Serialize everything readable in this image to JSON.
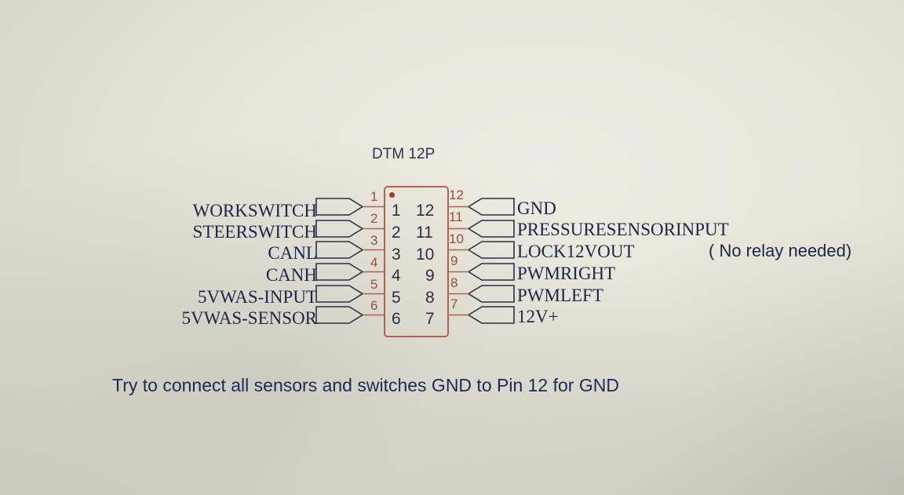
{
  "diagram": {
    "title": "DTM 12P",
    "left_pins": [
      {
        "pin": "1",
        "label": "WORKSWITCH"
      },
      {
        "pin": "2",
        "label": "STEERSWITCH"
      },
      {
        "pin": "3",
        "label": "CANL"
      },
      {
        "pin": "4",
        "label": "CANH"
      },
      {
        "pin": "5",
        "label": "5VWAS-INPUT"
      },
      {
        "pin": "6",
        "label": "5VWAS-SENSOR"
      }
    ],
    "right_pins": [
      {
        "pin": "12",
        "label": "GND"
      },
      {
        "pin": "11",
        "label": "PRESSURESENSORINPUT"
      },
      {
        "pin": "10",
        "label": "LOCK12VOUT"
      },
      {
        "pin": "9",
        "label": "PWMRIGHT"
      },
      {
        "pin": "8",
        "label": "PWMLEFT"
      },
      {
        "pin": "7",
        "label": "12V+"
      }
    ],
    "note": "( No relay needed)",
    "footer": "Try to connect all sensors and switches GND to Pin 12 for GND",
    "colors": {
      "ink": "#1e2548",
      "connector": "#b5604a",
      "pin_marker": "#a03a30"
    }
  }
}
